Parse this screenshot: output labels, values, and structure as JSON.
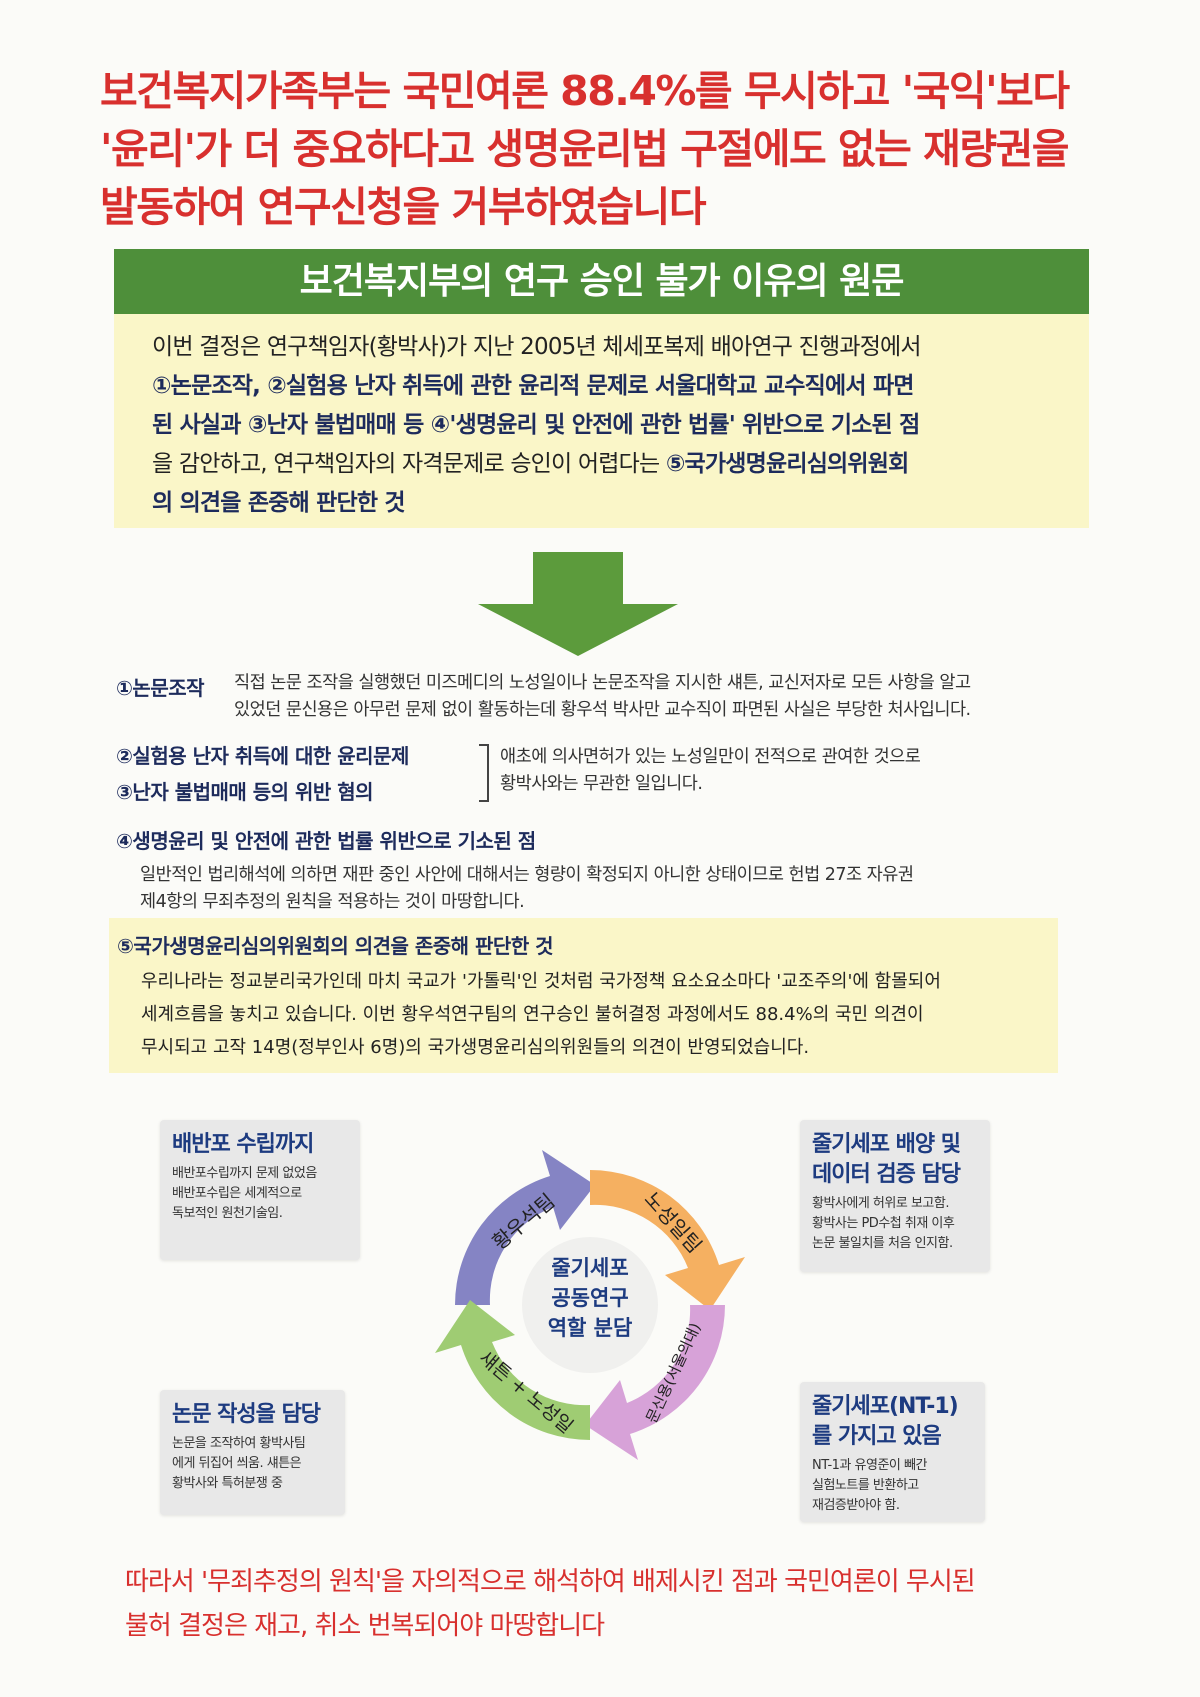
{
  "headline": {
    "line1": "보건복지가족부는 국민여론 88.4%를 무시하고 '국익'보다",
    "line2": "'윤리'가 더 중요하다고 생명윤리법 구절에도 없는 재량권을",
    "line3": "발동하여 연구신청을 거부하였습니다"
  },
  "panel": {
    "title": "보건복지부의 연구 승인 불가 이유의 원문",
    "line1": "이번 결정은 연구책임자(황박사)가 지난 2005년 체세포복제 배아연구 진행과정에서",
    "line2": "①논문조작, ②실험용 난자 취득에 관한 윤리적 문제로 서울대학교 교수직에서 파면",
    "line3": "된 사실과 ③난자 불법매매 등 ④'생명윤리 및 안전에 관한 법률' 위반으로 기소된 점",
    "line4a": "을 감안하고, 연구책임자의 자격문제로 승인이 어렵다는 ",
    "line4b": "⑤국가생명윤리심의위원회",
    "line5": "의 의견을 존중해 판단한 것"
  },
  "item1": {
    "label": "①논문조작",
    "text1": "직접 논문 조작을 실행했던 미즈메디의 노성일이나 논문조작을 지시한 섀튼, 교신저자로 모든 사항을 알고",
    "text2": "있었던 문신용은 아무런 문제 없이 활동하는데 황우석 박사만 교수직이 파면된 사실은 부당한 처사입니다."
  },
  "item23": {
    "label2": "②실험용 난자 취득에 대한 윤리문제",
    "label3": "③난자 불법매매 등의 위반 혐의",
    "text1": "애초에 의사면허가 있는 노성일만이 전적으로 관여한 것으로",
    "text2": "황박사와는 무관한 일입니다."
  },
  "item4": {
    "label": "④생명윤리 및 안전에 관한 법률 위반으로 기소된 점",
    "text1": "일반적인 법리해석에 의하면 재판 중인 사안에 대해서는 형량이 확정되지 아니한 상태이므로 헌법 27조 자유권",
    "text2": "제4항의 무죄추정의 원칙을 적용하는 것이 마땅합니다."
  },
  "item5": {
    "label": "⑤국가생명윤리심의위원회의 의견을 존중해 판단한 것",
    "text1": "우리나라는 정교분리국가인데 마치 국교가 '가톨릭'인 것처럼 국가정책 요소요소마다 '교조주의'에 함몰되어",
    "text2": "세계흐름을 놓치고 있습니다. 이번 황우석연구팀의 연구승인 불허결정 과정에서도 88.4%의 국민 의견이",
    "text3": "무시되고 고작 14명(정부인사 6명)의 국가생명윤리심의위원들의 의견이 반영되었습니다."
  },
  "cycle": {
    "center1": "줄기세포",
    "center2": "공동연구",
    "center3": "역할 분담",
    "seg_top_left": "황우석팀",
    "seg_top_right": "노성일팀",
    "seg_bottom_right": "문신용(서울의대)",
    "seg_bottom_left": "섀튼 + 노성일",
    "colors": {
      "purple": "#8584c4",
      "orange": "#f5b061",
      "pink": "#d7a2d8",
      "green": "#9fcc73"
    }
  },
  "cards": {
    "c1_title": "배반포 수립까지",
    "c1_t1": "배반포수립까지 문제 없었음",
    "c1_t2": "배반포수립은 세계적으로",
    "c1_t3": "독보적인 원천기술임.",
    "c2_title1": "줄기세포 배양 및",
    "c2_title2": "데이터 검증 담당",
    "c2_t1": "황박사에게 허위로 보고함.",
    "c2_t2": "황박사는 PD수첩 취재 이후",
    "c2_t3": "논문 불일치를 처음 인지함.",
    "c3_title": "논문 작성을 담당",
    "c3_t1": "논문을 조작하여 황박사팀",
    "c3_t2": "에게 뒤집어 씌움. 섀튼은",
    "c3_t3": "황박사와 특허분쟁 중",
    "c4_title1": "줄기세포(NT-1)",
    "c4_title2": "를 가지고 있음",
    "c4_t1": "NT-1과 유영준이 빼간",
    "c4_t2": "실험노트를 반환하고",
    "c4_t3": "재검증받아야 함."
  },
  "conclusion": {
    "line1": "따라서 '무죄추정의 원칙'을 자의적으로 해석하여 배제시킨 점과 국민여론이 무시된",
    "line2": "불허 결정은 재고, 취소 번복되어야 마땅합니다"
  },
  "accent_colors": {
    "red": "#d8302e",
    "green": "#4e8f3a",
    "navy": "#1d2b5c",
    "cream": "#faf6c8"
  }
}
